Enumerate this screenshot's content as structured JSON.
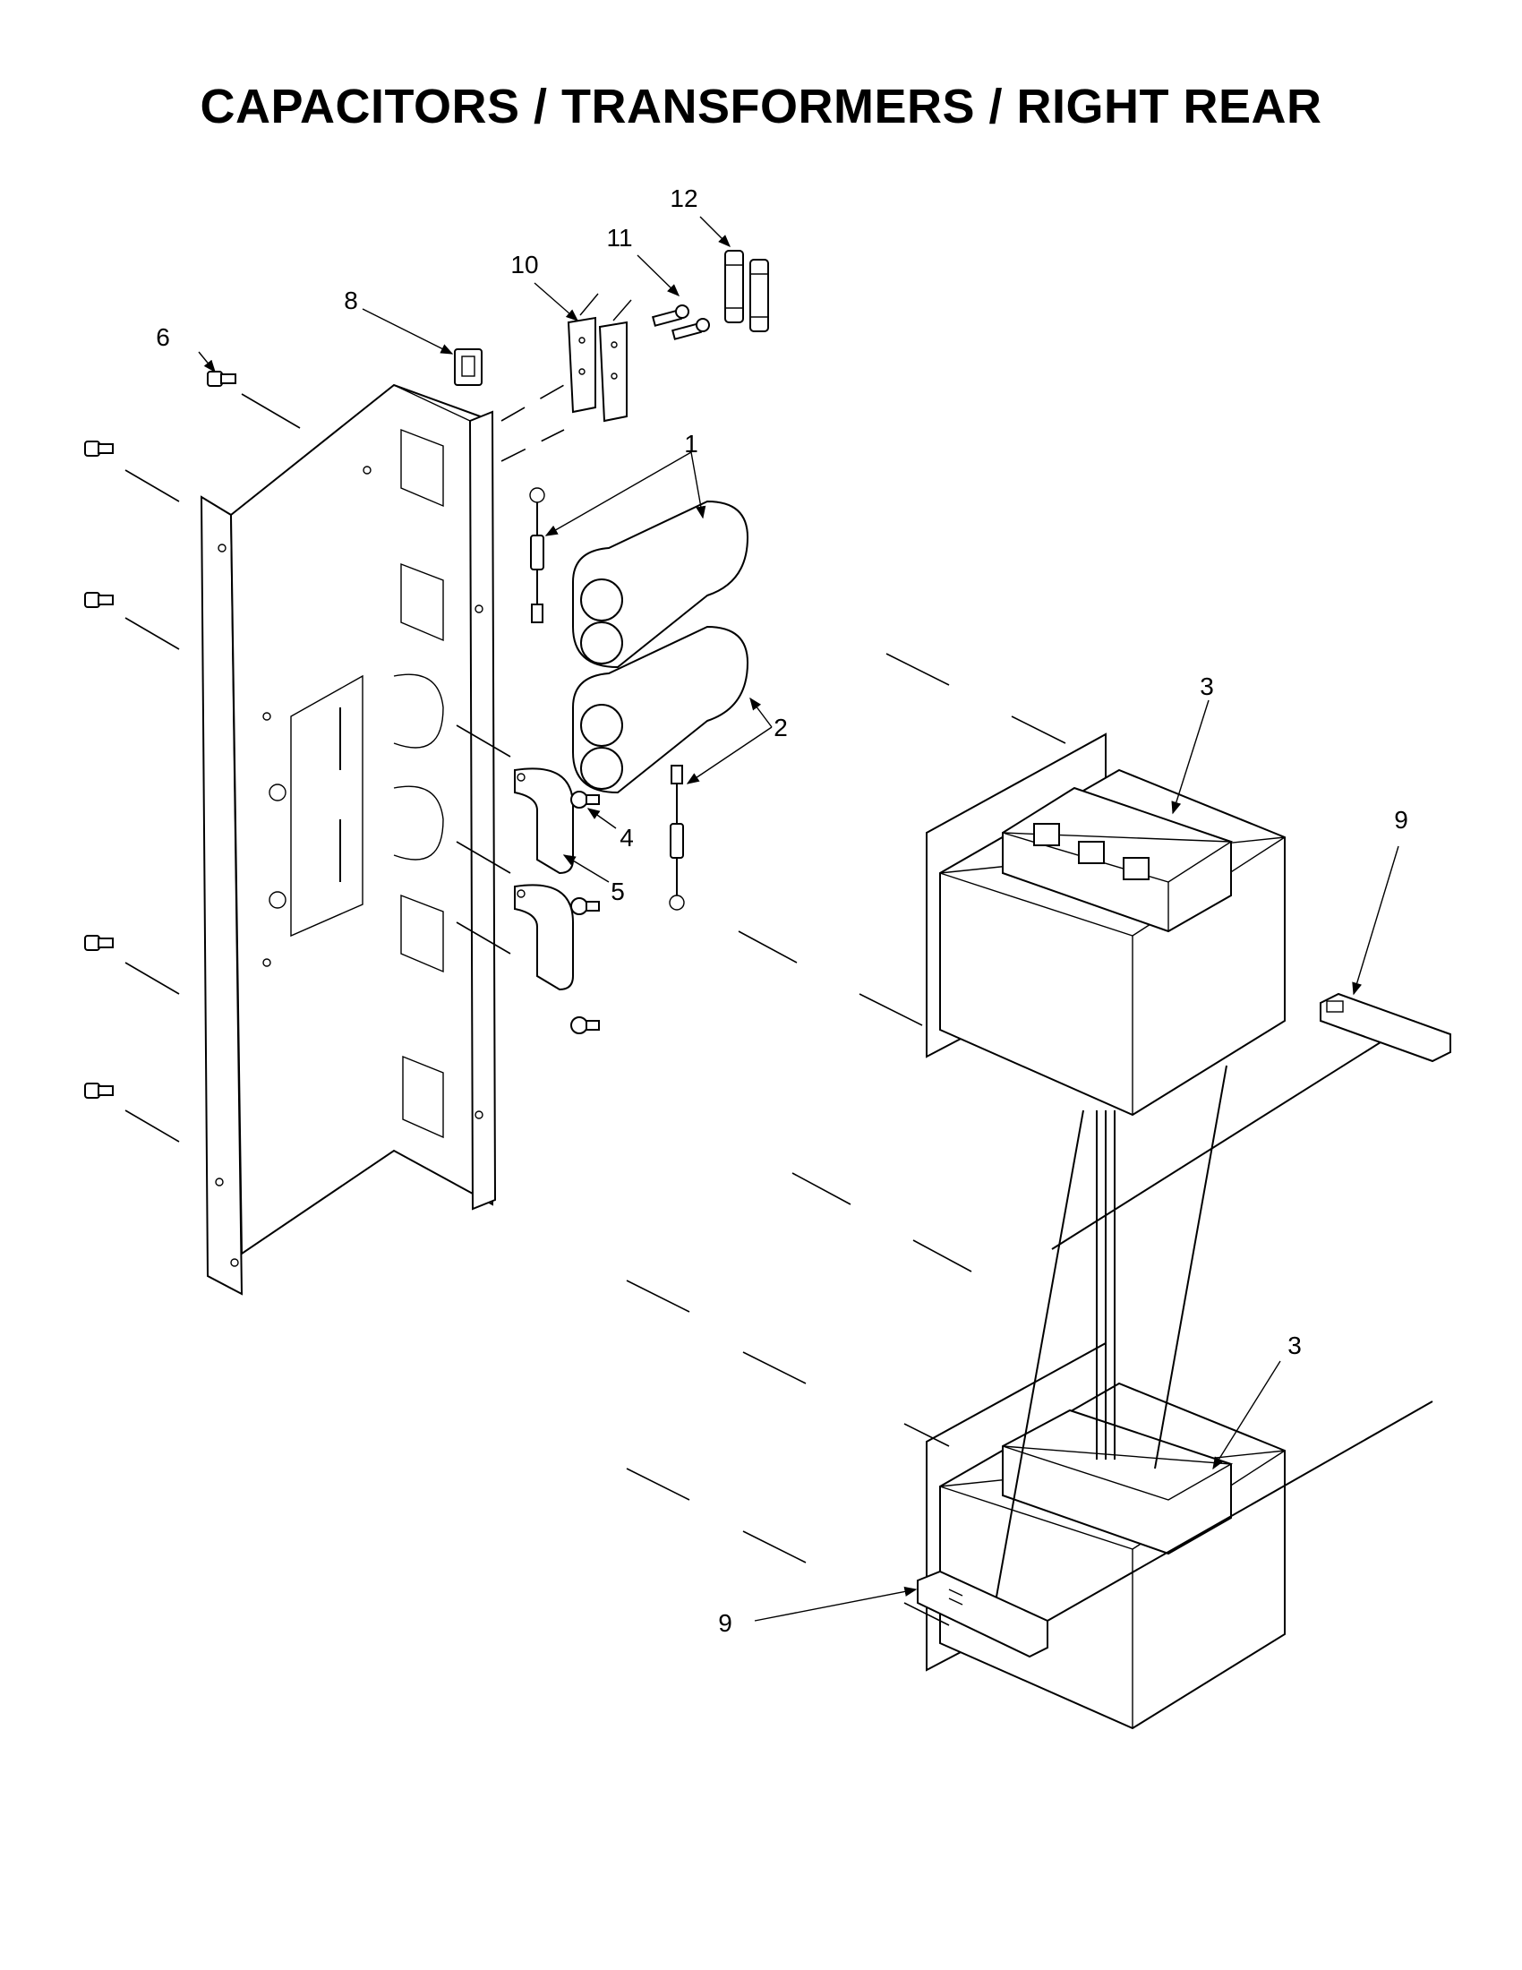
{
  "page": {
    "title": "CAPACITORS / TRANSFORMERS / RIGHT REAR"
  },
  "callouts": {
    "c1": "1",
    "c2": "2",
    "c3_upper": "3",
    "c3_lower": "3",
    "c4": "4",
    "c5": "5",
    "c6": "6",
    "c8": "8",
    "c9_upper": "9",
    "c9_lower": "9",
    "c10": "10",
    "c11": "11",
    "c12": "12"
  }
}
